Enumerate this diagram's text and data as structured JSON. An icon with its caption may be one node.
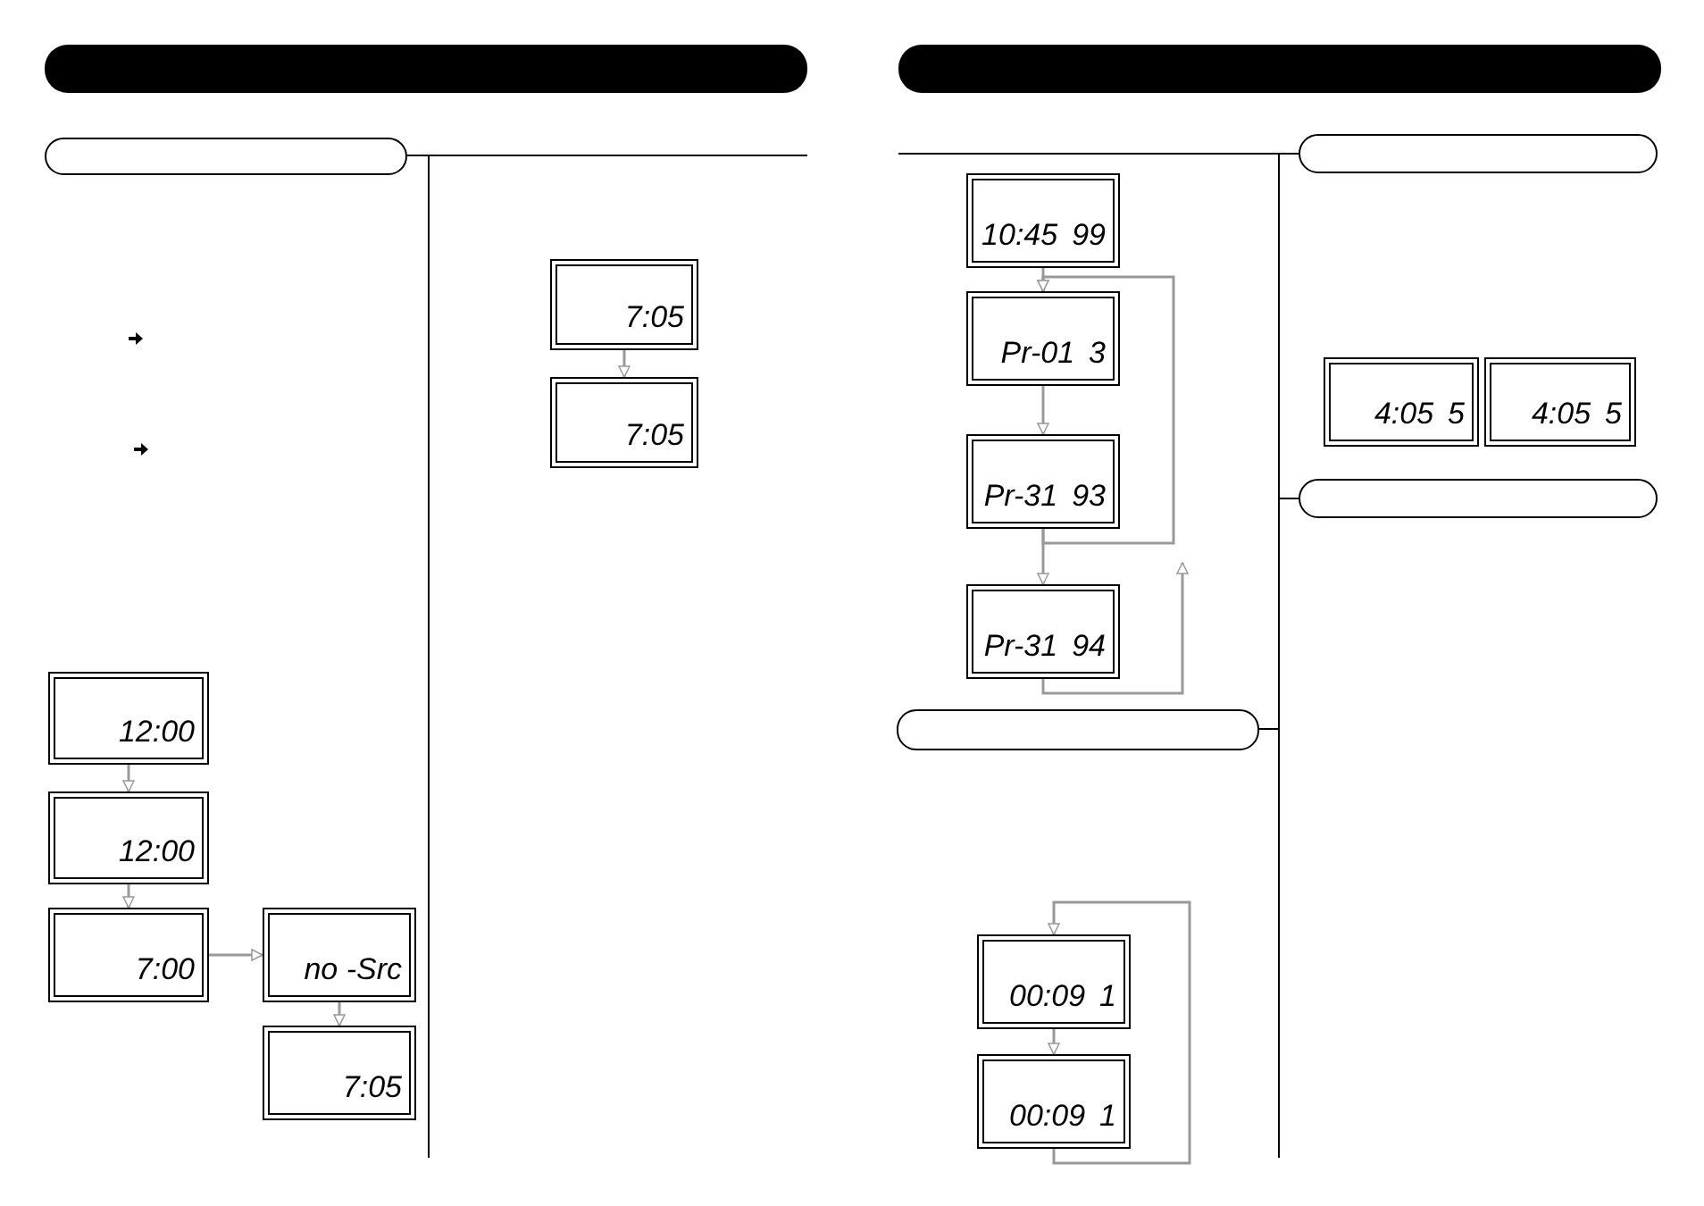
{
  "diagram": {
    "nodes": [
      {
        "text": [
          "12:00"
        ]
      },
      {
        "text": [
          "12:00"
        ]
      },
      {
        "text": [
          "7:00"
        ]
      },
      {
        "text": [
          "no -Src"
        ]
      },
      {
        "text": [
          "7:05"
        ]
      },
      {
        "text": [
          "7:05"
        ]
      },
      {
        "text": [
          "7:05"
        ]
      },
      {
        "text": [
          "10:45",
          "99"
        ]
      },
      {
        "text": [
          "Pr-01",
          "3"
        ]
      },
      {
        "text": [
          "Pr-31",
          "93"
        ]
      },
      {
        "text": [
          "Pr-31",
          "94"
        ]
      },
      {
        "text": [
          "4:05",
          "5"
        ]
      },
      {
        "text": [
          "4:05",
          "5"
        ]
      },
      {
        "text": [
          "00:09",
          "1"
        ]
      },
      {
        "text": [
          "00:09",
          "1"
        ]
      },
      {
        "text": [],
        "shape": "box"
      },
      {
        "text": [],
        "shape": "box"
      },
      {
        "text": [],
        "shape": "box"
      },
      {
        "text": [],
        "shape": "box"
      }
    ],
    "edges": [
      {
        "from": 0,
        "to": 1,
        "arrow": "to"
      },
      {
        "from": 1,
        "to": 2,
        "arrow": "to"
      },
      {
        "from": 2,
        "to": 3,
        "arrow": "to"
      },
      {
        "from": 3,
        "to": 4,
        "arrow": "to"
      },
      {
        "from": 5,
        "to": 6,
        "arrow": "to"
      },
      {
        "from": 7,
        "to": 8,
        "arrow": "to"
      },
      {
        "from": 8,
        "to": 9,
        "arrow": "to"
      },
      {
        "from": 9,
        "to": 10,
        "arrow": "to"
      },
      {
        "from": 9,
        "to": 8,
        "arrow": "to"
      },
      {
        "from": 10,
        "to": null,
        "arrow": "to"
      },
      {
        "from": 13,
        "to": 14,
        "arrow": "to"
      },
      {
        "from": 14,
        "to": 13,
        "arrow": "to"
      }
    ]
  }
}
